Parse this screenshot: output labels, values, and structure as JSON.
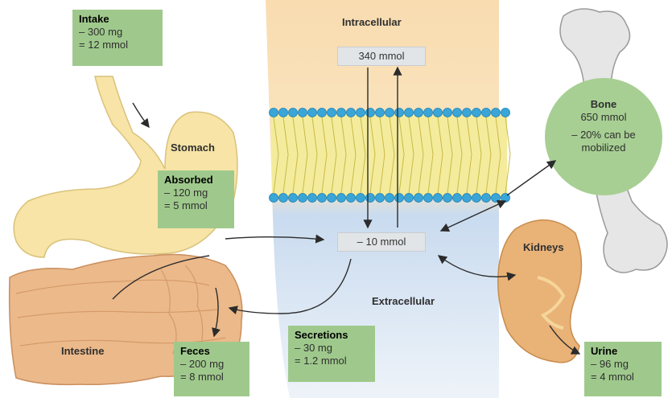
{
  "intake": {
    "title": "Intake",
    "line1": "– 300 mg",
    "line2": "= 12 mmol"
  },
  "stomach": {
    "label": "Stomach"
  },
  "absorbed": {
    "title": "Absorbed",
    "line1": "– 120 mg",
    "line2": "= 5 mmol"
  },
  "intestine": {
    "label": "Intestine"
  },
  "feces": {
    "title": "Feces",
    "line1": "– 200 mg",
    "line2": "= 8 mmol"
  },
  "intracellular": {
    "label": "Intracellular",
    "value": "340 mmol"
  },
  "extracellular": {
    "label": "Extracellular",
    "value": "– 10 mmol"
  },
  "secretions": {
    "title": "Secretions",
    "line1": "– 30 mg",
    "line2": "= 1.2 mmol"
  },
  "bone": {
    "title": "Bone",
    "line1": "650 mmol",
    "line2": "– 20% can be",
    "line3": "mobilized"
  },
  "kidneys": {
    "label": "Kidneys"
  },
  "urine": {
    "title": "Urine",
    "line1": "– 96 mg",
    "line2": "= 4 mmol"
  },
  "colors": {
    "organ": "#f7e4a6",
    "organ_outline": "#d9c27a",
    "intestine": "#ecb98a",
    "kidney": "#e9b277",
    "box": "#9fc98c",
    "circle": "#a7cf93",
    "intracellular": "#f9dcb0",
    "extracellular": "#c9dbef",
    "membrane_bead": "#3aa6d8",
    "membrane_core": "#f4ec9c",
    "bone": "#e6e6e6"
  }
}
